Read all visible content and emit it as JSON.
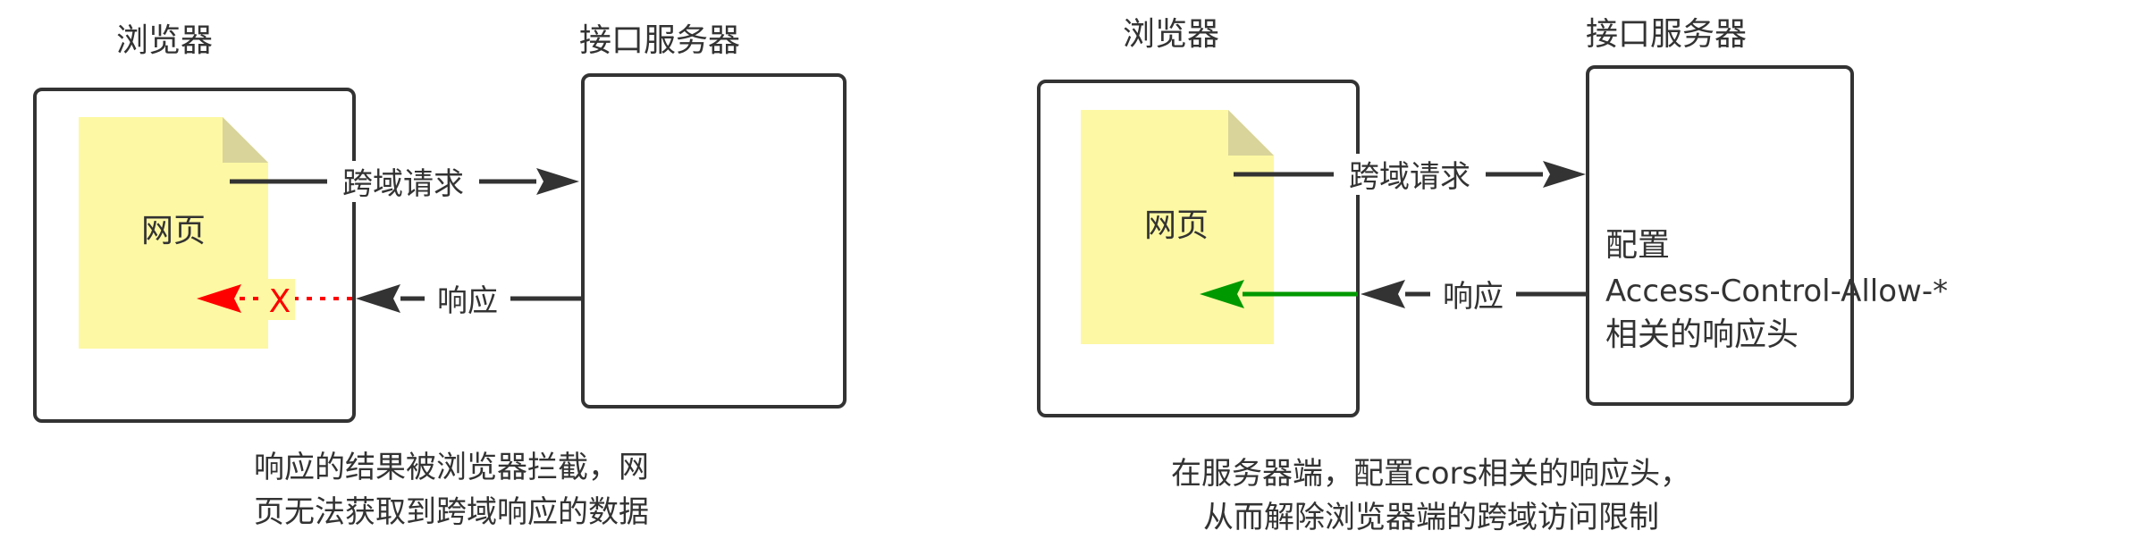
{
  "left": {
    "browser_label": "浏览器",
    "server_label": "接口服务器",
    "page_label": "网页",
    "request_label": "跨域请求",
    "response_label": "响应",
    "blocked_mark": "X",
    "caption_line1": "响应的结果被浏览器拦截，网",
    "caption_line2": "页无法获取到跨域响应的数据"
  },
  "right": {
    "browser_label": "浏览器",
    "server_label": "接口服务器",
    "page_label": "网页",
    "request_label": "跨域请求",
    "response_label": "响应",
    "server_note_line1": "配置",
    "server_note_line2": "Access-Control-Allow-*",
    "server_note_line3": "相关的响应头",
    "caption_line1": "在服务器端，配置cors相关的响应头，",
    "caption_line2": "从而解除浏览器端的跨域访问限制"
  },
  "colors": {
    "page_fill": "#fdf8a3",
    "page_fold": "#d8d49a",
    "box_stroke": "#333333",
    "arrow": "#333333",
    "blocked": "#ff0000",
    "allowed": "#009900"
  }
}
